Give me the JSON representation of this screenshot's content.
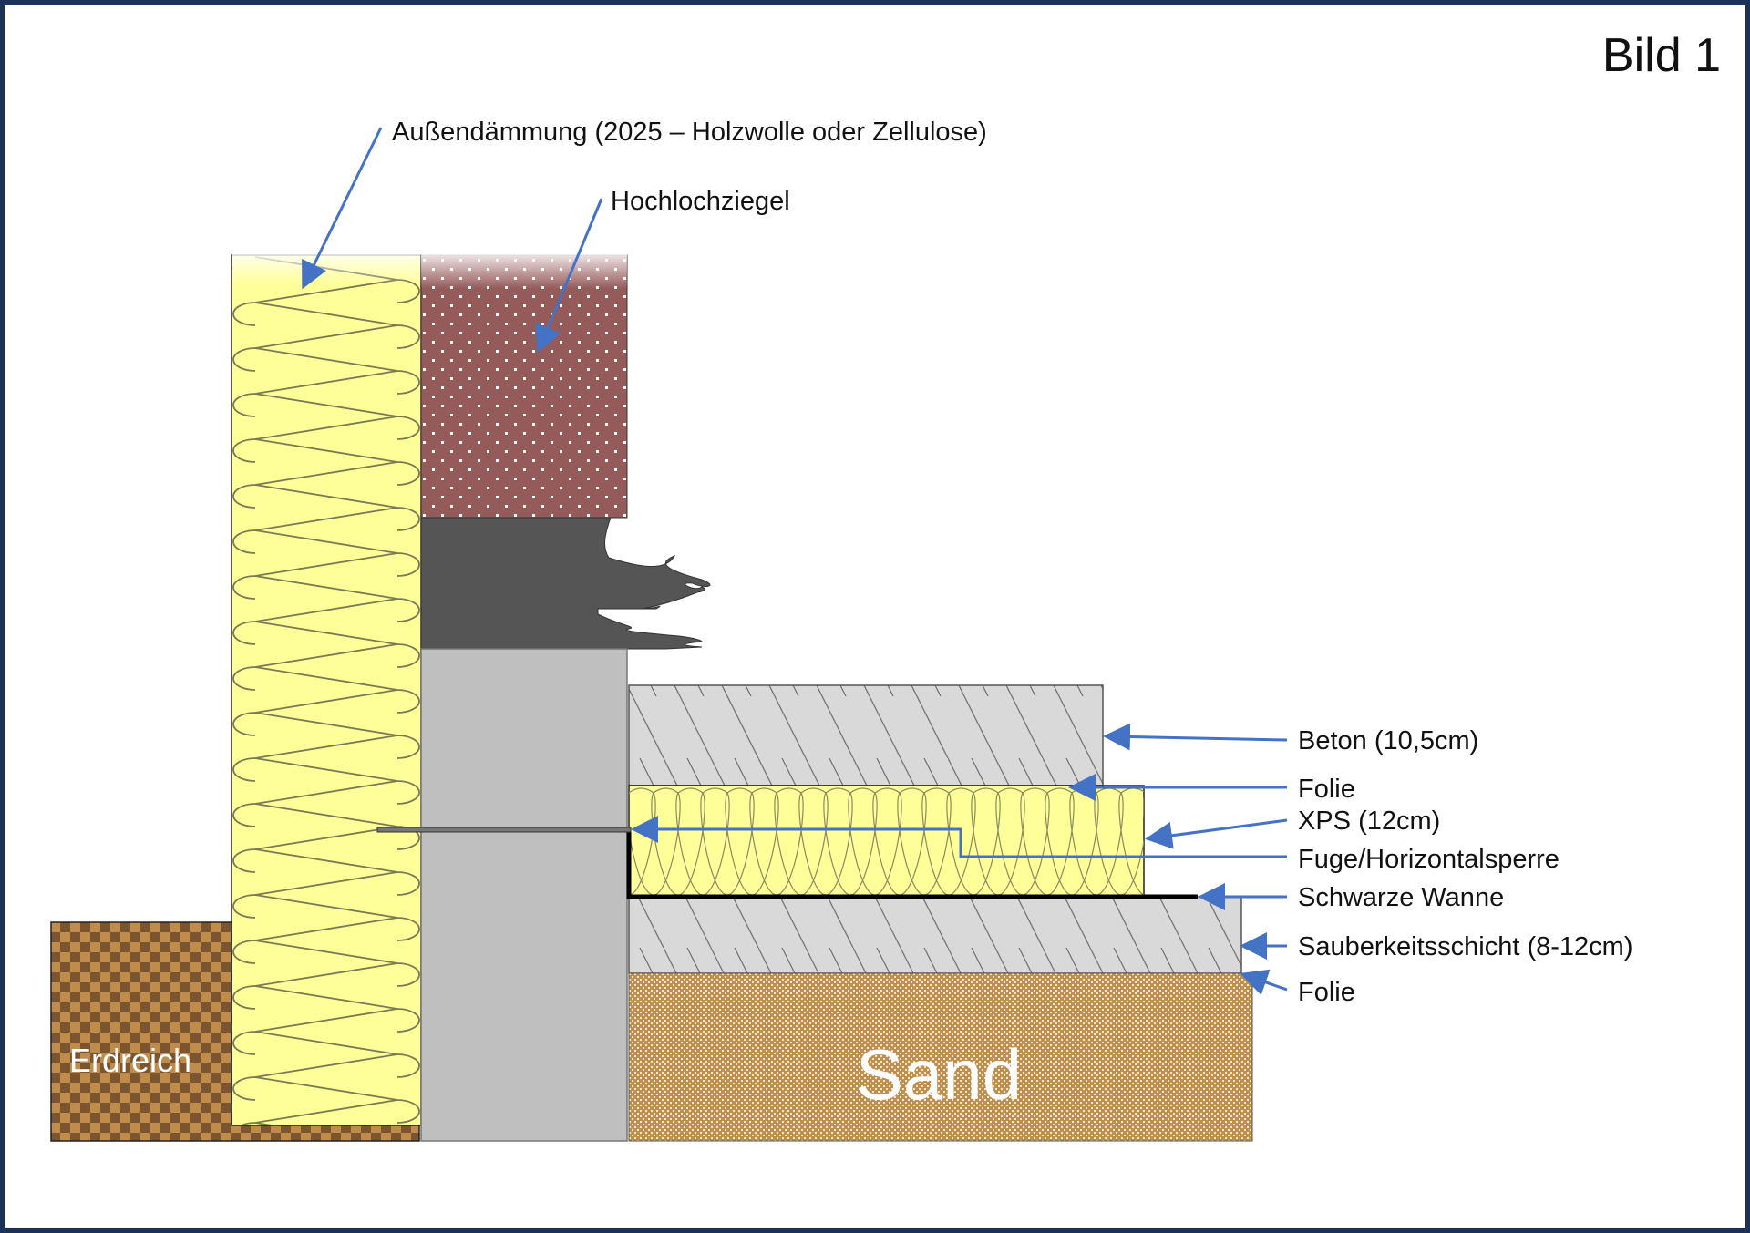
{
  "figure": {
    "title": "Bild 1",
    "colors": {
      "frame": "#1c3158",
      "arrow": "#4472c4",
      "insulation": "#ffff99",
      "brick": "#955a5a",
      "bitumen": "#555555",
      "concrete_wall": "#bfbfbf",
      "concrete_slab": "#d9d9d9",
      "soil_dark": "#7a5530",
      "soil_light": "#c08c4c",
      "sand": "#bf8f4e",
      "membrane": "#000000"
    }
  },
  "labels": {
    "aussendaemmung": "Außendämmung (2025 – Holzwolle oder Zellulose)",
    "hochlochziegel": "Hochlochziegel",
    "beton": "Beton (10,5cm)",
    "folie_top": "Folie",
    "xps": "XPS (12cm)",
    "fuge": "Fuge/Horizontalsperre",
    "schwarze_wanne": "Schwarze Wanne",
    "sauberkeitsschicht": "Sauberkeitsschicht (8-12cm)",
    "folie_bottom": "Folie",
    "erdreich": "Erdreich",
    "sand": "Sand"
  }
}
